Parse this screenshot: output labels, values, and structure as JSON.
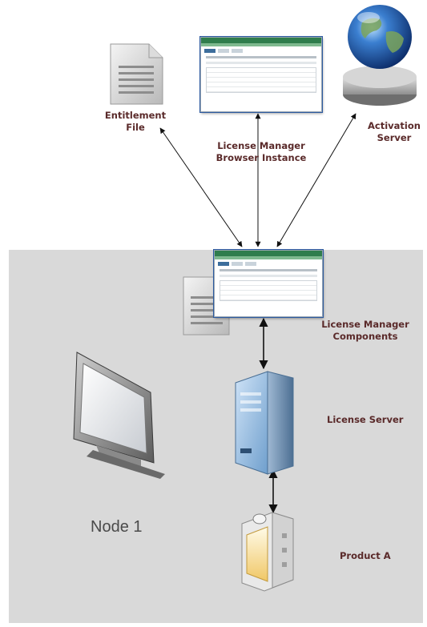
{
  "labels": {
    "entitlement_file": [
      "Entitlement",
      "File"
    ],
    "browser_instance": [
      "License Manager",
      "Browser Instance"
    ],
    "activation_server": [
      "Activation",
      "Server"
    ],
    "lm_components": [
      "License Manager",
      "Components"
    ],
    "license_server": "License Server",
    "node": "Node 1",
    "product": "Product A"
  },
  "icons": {
    "entitlement_file": "document-icon",
    "browser_instance": "browser-window-icon",
    "activation_server": "globe-server-icon",
    "lm_components_window": "browser-window-icon",
    "lm_components_doc": "document-icon",
    "monitor": "monitor-icon",
    "license_server": "tower-server-icon",
    "product": "product-box-icon"
  },
  "colors": {
    "label_text": "#5a2a2a",
    "node_background": "#d9d9d9",
    "window_header": "#2f7d4c"
  }
}
